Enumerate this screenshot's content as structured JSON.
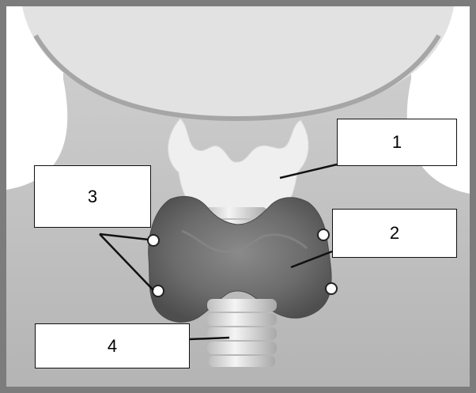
{
  "colors": {
    "frame": "#7c7c7c",
    "background": "#8f8f8f",
    "neck": "#c8c8c8",
    "thyroid": "#6a6a6a",
    "cartilage": "#ececec",
    "leader_line": "#111111"
  },
  "labels": [
    {
      "number": "1"
    },
    {
      "number": "2"
    },
    {
      "number": "3"
    },
    {
      "number": "4"
    }
  ]
}
